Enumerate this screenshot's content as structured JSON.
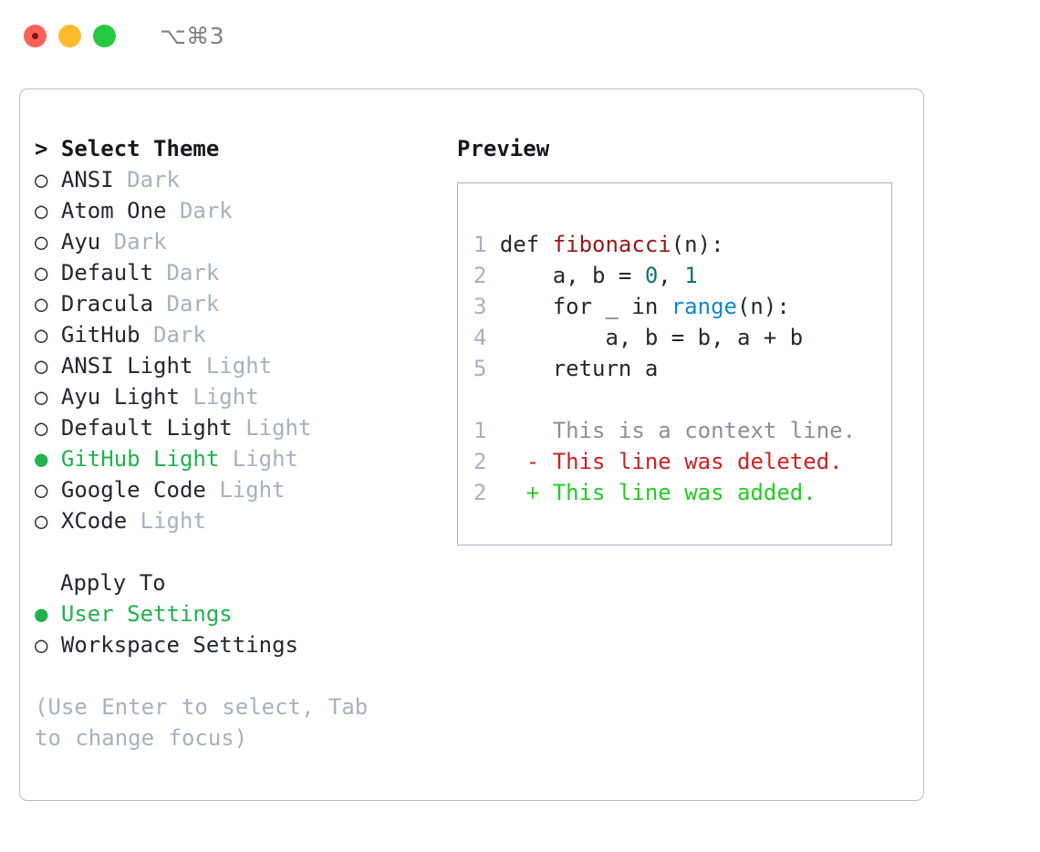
{
  "window": {
    "shortcut": "⌥⌘3",
    "traffic_lights": [
      {
        "name": "close",
        "color": "#ff6159"
      },
      {
        "name": "minimize",
        "color": "#ffbd2e"
      },
      {
        "name": "maximize",
        "color": "#26c940"
      }
    ]
  },
  "theme_list": {
    "header": "> Select Theme",
    "prompt_symbol": ">",
    "marker_selected": "●",
    "marker_unselected": "○",
    "items": [
      {
        "marker": "○",
        "name": "ANSI",
        "kind": "Dark",
        "selected": false
      },
      {
        "marker": "○",
        "name": "Atom One",
        "kind": "Dark",
        "selected": false
      },
      {
        "marker": "○",
        "name": "Ayu",
        "kind": "Dark",
        "selected": false
      },
      {
        "marker": "○",
        "name": "Default",
        "kind": "Dark",
        "selected": false
      },
      {
        "marker": "○",
        "name": "Dracula",
        "kind": "Dark",
        "selected": false
      },
      {
        "marker": "○",
        "name": "GitHub",
        "kind": "Dark",
        "selected": false
      },
      {
        "marker": "○",
        "name": "ANSI Light",
        "kind": "Light",
        "selected": false
      },
      {
        "marker": "○",
        "name": "Ayu Light",
        "kind": "Light",
        "selected": false
      },
      {
        "marker": "○",
        "name": "Default Light",
        "kind": "Light",
        "selected": false
      },
      {
        "marker": "●",
        "name": "GitHub Light",
        "kind": "Light",
        "selected": true
      },
      {
        "marker": "○",
        "name": "Google Code",
        "kind": "Light",
        "selected": false
      },
      {
        "marker": "○",
        "name": "XCode",
        "kind": "Light",
        "selected": false
      }
    ]
  },
  "apply_to": {
    "header": "Apply To",
    "items": [
      {
        "marker": "●",
        "label": "User Settings",
        "selected": true
      },
      {
        "marker": "○",
        "label": "Workspace Settings",
        "selected": false
      }
    ]
  },
  "hint": "(Use Enter to select, Tab to change focus)",
  "preview": {
    "title": "Preview",
    "code_lines": [
      {
        "lineno": "1",
        "tokens": [
          {
            "text": "def ",
            "type": "plain"
          },
          {
            "text": "fibonacci",
            "type": "func"
          },
          {
            "text": "(n):",
            "type": "plain"
          }
        ]
      },
      {
        "lineno": "2",
        "tokens": [
          {
            "text": "    a, b = ",
            "type": "plain"
          },
          {
            "text": "0",
            "type": "num"
          },
          {
            "text": ", ",
            "type": "plain"
          },
          {
            "text": "1",
            "type": "num"
          }
        ]
      },
      {
        "lineno": "3",
        "tokens": [
          {
            "text": "    for _ in ",
            "type": "plain"
          },
          {
            "text": "range",
            "type": "builtin"
          },
          {
            "text": "(n):",
            "type": "plain"
          }
        ]
      },
      {
        "lineno": "4",
        "tokens": [
          {
            "text": "        a, b = b, a + b",
            "type": "plain"
          }
        ]
      },
      {
        "lineno": "5",
        "tokens": [
          {
            "text": "    return a",
            "type": "plain"
          }
        ]
      }
    ],
    "diff_lines": [
      {
        "lineno": "1",
        "prefix": "  ",
        "text": "This is a context line.",
        "type": "context"
      },
      {
        "lineno": "2",
        "prefix": "- ",
        "text": "This line was deleted.",
        "type": "deleted"
      },
      {
        "lineno": "2",
        "prefix": "+ ",
        "text": "This line was added.",
        "type": "added"
      }
    ]
  },
  "colors": {
    "selected_green": "#22b14c",
    "muted_gray": "#a8b0bf",
    "text": "#24292e",
    "func_red": "#9b1616",
    "number_teal": "#137272",
    "builtin_blue": "#0f87d0",
    "diff_delete": "#cc2222",
    "diff_add": "#22cc22",
    "border": "#b6bece"
  }
}
